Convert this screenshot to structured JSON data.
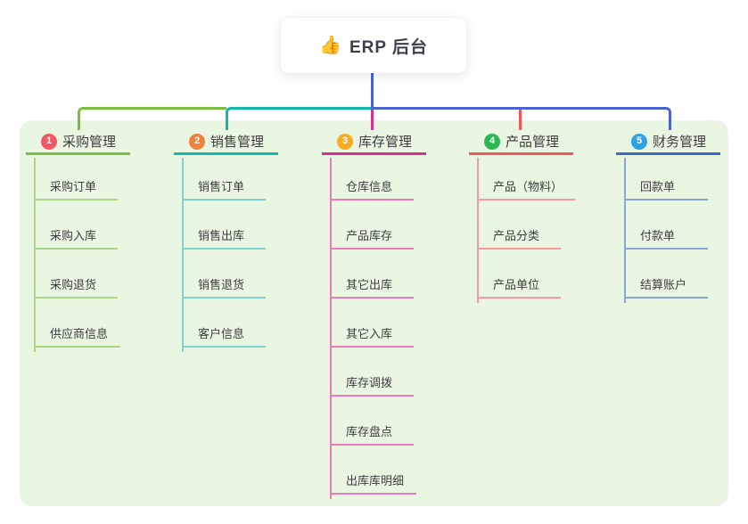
{
  "root": {
    "icon": "👍",
    "title": "ERP 后台"
  },
  "branches": [
    {
      "number": "1",
      "title": "采购管理",
      "colors": {
        "badge": "#f15864",
        "main": "#7cbd3f",
        "light": "#abd687"
      },
      "items": [
        "采购订单",
        "采购入库",
        "采购退货",
        "供应商信息"
      ]
    },
    {
      "number": "2",
      "title": "销售管理",
      "colors": {
        "badge": "#f0823d",
        "main": "#12b7ad",
        "light": "#7fd3cc"
      },
      "items": [
        "销售订单",
        "销售出库",
        "销售退货",
        "客户信息"
      ]
    },
    {
      "number": "3",
      "title": "库存管理",
      "colors": {
        "badge": "#f7ae20",
        "main": "#d62f90",
        "light": "#ee7ab9"
      },
      "items": [
        "仓库信息",
        "产品库存",
        "其它出库",
        "其它入库",
        "库存调拨",
        "库存盘点",
        "出库库明细"
      ]
    },
    {
      "number": "4",
      "title": "产品管理",
      "colors": {
        "badge": "#30b755",
        "main": "#f3545c",
        "light": "#f9999d"
      },
      "items": [
        "产品（物料）",
        "产品分类",
        "产品单位"
      ]
    },
    {
      "number": "5",
      "title": "财务管理",
      "colors": {
        "badge": "#2fa2e4",
        "main": "#3e66c6",
        "light": "#8aa3dc"
      },
      "items": [
        "回款单",
        "付款单",
        "结算账户"
      ]
    }
  ],
  "connectors": {
    "stem": "#4a63d2",
    "rail_left": "#7cbd3f",
    "rail_mid": "#12b7ad",
    "rail_right": "#4a63d2",
    "drop_center": "#d62f90",
    "drop_fourth": "#f3545c"
  },
  "panel_background": "#e9f6e2",
  "canvas_background": "#ffffff",
  "text_color": "#3d3d3d"
}
